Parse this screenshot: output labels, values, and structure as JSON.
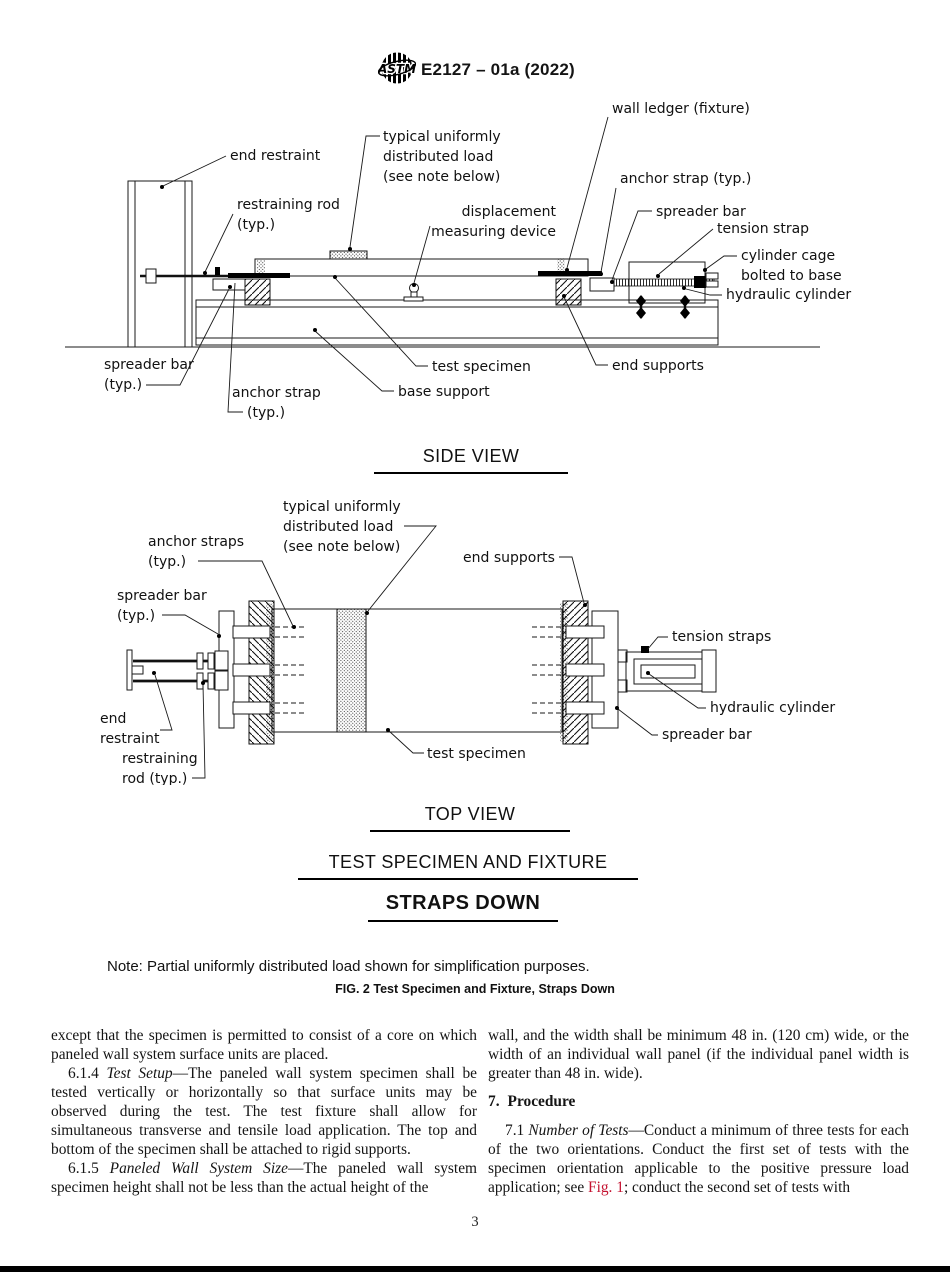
{
  "header": {
    "logo": "ASTM",
    "doc_number": "E2127 – 01a (2022)"
  },
  "figure": {
    "side_view": {
      "title": "SIDE VIEW",
      "labels": {
        "end_restraint": "end restraint",
        "restraining_rod": [
          "restraining rod",
          "(typ.)"
        ],
        "distributed_load": [
          "typical uniformly",
          "distributed load",
          "(see note below)"
        ],
        "displacement_device": [
          "displacement",
          "measuring device"
        ],
        "wall_ledger": "wall ledger (fixture)",
        "anchor_strap": "anchor strap (typ.)",
        "spreader_bar": "spreader bar",
        "tension_strap": "tension strap",
        "cylinder_cage": [
          "cylinder cage",
          "bolted to base"
        ],
        "hydraulic_cylinder": "hydraulic cylinder",
        "spreader_bar_typ": [
          "spreader bar",
          "(typ.)"
        ],
        "anchor_strap_typ": [
          "anchor strap",
          "(typ.)"
        ],
        "test_specimen": "test specimen",
        "base_support": "base support",
        "end_supports": "end supports"
      }
    },
    "top_view": {
      "title": "TOP VIEW",
      "labels": {
        "distributed_load": [
          "typical uniformly",
          "distributed load",
          "(see note below)"
        ],
        "anchor_straps": [
          "anchor straps",
          "(typ.)"
        ],
        "spreader_bar_typ": [
          "spreader bar",
          "(typ.)"
        ],
        "end_supports": "end supports",
        "tension_straps": "tension straps",
        "hydraulic_cylinder": "hydraulic cylinder",
        "spreader_bar": "spreader bar",
        "end_restraint": [
          "end",
          "restraint"
        ],
        "restraining_rod": [
          "restraining",
          "rod (typ.)"
        ],
        "test_specimen": "test specimen"
      }
    },
    "subtitle_line1": "TEST SPECIMEN AND FIXTURE",
    "subtitle_line2": "STRAPS DOWN",
    "note": "Note: Partial uniformly distributed load shown for simplification purposes.",
    "caption": "FIG. 2 Test Specimen and Fixture, Straps Down"
  },
  "body": {
    "left_column": {
      "para_continuation": "except that the specimen is permitted to consist of a core on which paneled wall system surface units are placed.",
      "s614_num": "6.1.4 ",
      "s614_title": "Test Setup",
      "s614_text": "—The paneled wall system specimen shall be tested vertically or horizontally so that surface units may be observed during the test. The test fixture shall allow for simultaneous transverse and tensile load application. The top and bottom of the specimen shall be attached to rigid supports.",
      "s615_num": "6.1.5 ",
      "s615_title": "Paneled Wall System Size",
      "s615_text": "—The paneled wall system specimen shall not be less than the actual height of the",
      "s615_text_full": "—The paneled wall system specimen height shall not be less than the actual height of the"
    },
    "right_column": {
      "para_continuation": "wall, and the width shall be minimum 48 in. (120 cm) wide, or the width of an individual wall panel (if the individual panel width is greater than 48 in. wide).",
      "section7_num": "7.",
      "section7_title": "Procedure",
      "s71_num": "7.1 ",
      "s71_title": "Number of Tests",
      "s71_text_a": "—Conduct a minimum of three tests for each of the two orientations. Conduct the first set of tests with the specimen orientation applicable to the positive pressure load application; see ",
      "s71_link": "Fig. 1",
      "s71_text_b": "; conduct the second set of tests with"
    }
  },
  "footer": {
    "page_number": "3"
  },
  "colors": {
    "link_red": "#c41230",
    "ink": "#141414",
    "line": "#1a1a1a",
    "paper": "#ffffff"
  }
}
